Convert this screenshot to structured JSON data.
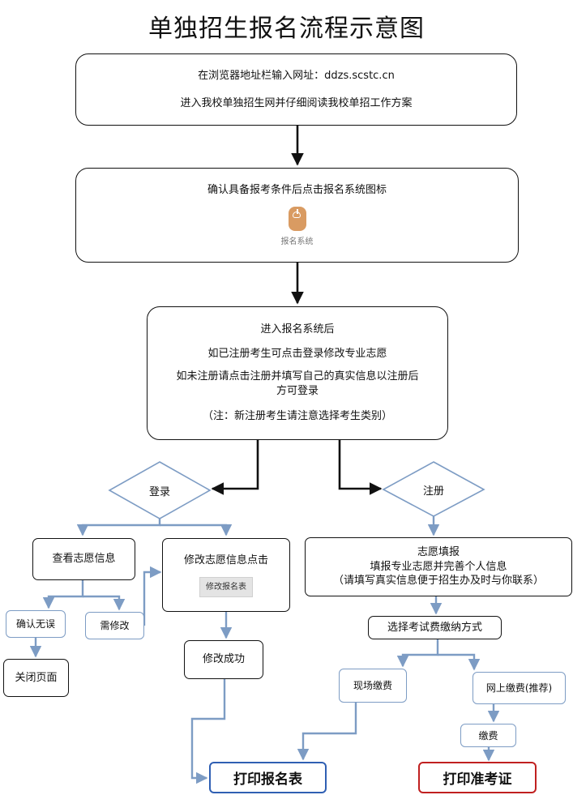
{
  "title": "单独招生报名流程示意图",
  "step1": {
    "line1": "在浏览器地址栏输入网址：ddzs.scstc.cn",
    "line2": "进入我校单独招生网并仔细阅读我校单招工作方案"
  },
  "step2": {
    "text": "确认具备报考条件后点击报名系统图标",
    "icon": "mouse-icon",
    "icon_label": "报名系统"
  },
  "step3": {
    "line1": "进入报名系统后",
    "line2": "如已注册考生可点击登录修改专业志愿",
    "line3": "如未注册请点击注册并填写自己的真实信息以注册后方可登录",
    "line4": "（注：新注册考生请注意选择考生类别）"
  },
  "login": {
    "diamond": "登录",
    "view": "查看志愿信息",
    "modify": "修改志愿信息点击",
    "modify_button": "修改报名表",
    "confirm": "确认无误",
    "need_modify": "需修改",
    "close": "关闭页面",
    "modified": "修改成功"
  },
  "register": {
    "diamond": "注册",
    "fill_title": "志愿填报",
    "fill_line2": "填报专业志愿并完善个人信息",
    "fill_line3": "（请填写真实信息便于招生办及时与你联系）",
    "choose_payment": "选择考试费缴纳方式",
    "onsite_pay": "现场缴费",
    "online_pay": "网上缴费(推荐)",
    "pay": "缴费"
  },
  "final": {
    "print_form": "打印报名表",
    "print_ticket": "打印准考证"
  },
  "colors": {
    "black_line": "#111111",
    "blue_line": "#7d9cc4",
    "print_form_border": "#2f5fb3",
    "print_ticket_border": "#c02020",
    "mouse_icon": "#d99b62"
  }
}
